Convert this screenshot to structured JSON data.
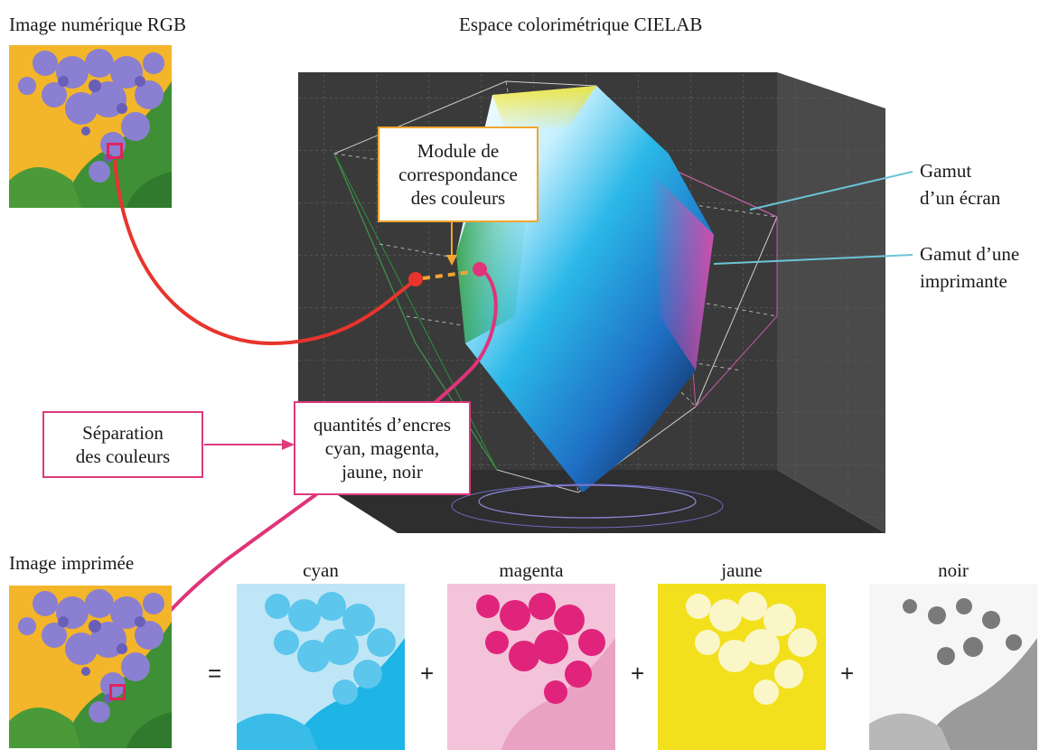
{
  "labels": {
    "rgb_image": "Image numérique RGB",
    "cielab_space": "Espace colorimétrique CIELAB",
    "printed_image": "Image imprimée",
    "gamut_screen_line1": "Gamut",
    "gamut_screen_line2": "d’un écran",
    "gamut_printer_line1": "Gamut d’une",
    "gamut_printer_line2": "imprimante"
  },
  "boxes": {
    "color_matching_line1": "Module de",
    "color_matching_line2": "correspondance",
    "color_matching_line3": "des couleurs",
    "separation_line1": "Séparation",
    "separation_line2": "des couleurs",
    "ink_quantities_line1": "quantités d’encres",
    "ink_quantities_line2": "cyan, magenta,",
    "ink_quantities_line3": "jaune, noir"
  },
  "channels": {
    "cyan": "cyan",
    "magenta": "magenta",
    "yellow": "jaune",
    "black": "noir"
  },
  "operators": {
    "equals": "=",
    "plus1": "+",
    "plus2": "+",
    "plus3": "+"
  },
  "colors": {
    "rgb_connector": "#e8342c",
    "cmyk_connector": "#e0347a",
    "matching_box_border": "#f2a531",
    "separation_box_border": "#de3a7c",
    "gamut_leader": "#6cc4d8",
    "cyan_ink": "#1eb4e6",
    "magenta_ink": "#e0247c",
    "yellow_ink": "#f2e01c",
    "lilac": "#8a7fd0",
    "leaf_green": "#3a8f3a",
    "background_yellow": "#f5b82a",
    "cielab_background": "#3c3c3c"
  },
  "icons": [
    "flower-thumbnail",
    "cyan-channel-thumbnail",
    "magenta-channel-thumbnail",
    "yellow-channel-thumbnail",
    "black-channel-thumbnail",
    "gamut-solid-3d"
  ]
}
